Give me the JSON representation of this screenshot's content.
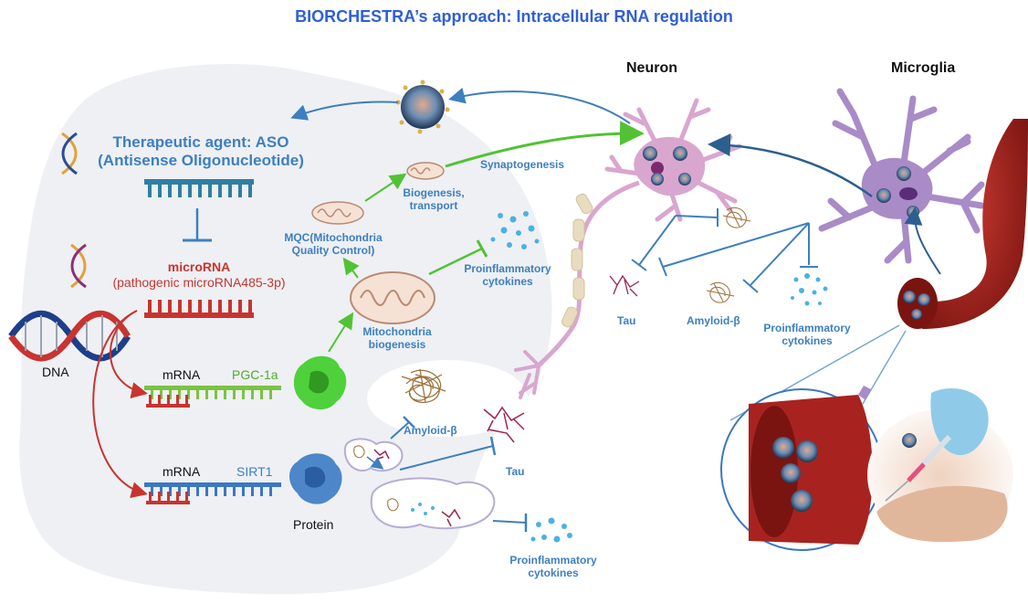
{
  "title": "BIORCHESTRA’s approach: Intracellular RNA regulation",
  "colors": {
    "title": "#2f5fd6",
    "label_blue": "#3d7fc0",
    "microrna_red": "#c8342f",
    "pgc_green": "#4fae2b",
    "cell_bg": "#eef0f4",
    "neuron": "#d9a6cf",
    "microglia": "#a98bc7",
    "vessel": "#a8231f"
  },
  "labels": {
    "neuron": "Neuron",
    "microglia": "Microglia",
    "therapeutic_line1": "Therapeutic agent: ASO",
    "therapeutic_line2": "(Antisense Oligonucleotide)",
    "microrna": "microRNA",
    "microrna_sub": "(pathogenic microRNA485-3p)",
    "dna": "DNA",
    "mrna1": "mRNA",
    "pgc": "PGC-1a",
    "mrna2": "mRNA",
    "sirt1": "SIRT1",
    "protein": "Protein",
    "mqc_line1": "MQC(Mitochondria",
    "mqc_line2": "Quality Control)",
    "biogenesis_transport_line1": "Biogenesis,",
    "biogenesis_transport_line2": "transport",
    "synaptogenesis": "Synaptogenesis",
    "mito_biogenesis_line1": "Mitochondria",
    "mito_biogenesis_line2": "biogenesis",
    "cytokines_a_line1": "Proinflammatory",
    "cytokines_a_line2": "cytokines",
    "amyloid_inner": "Amyloid-β",
    "tau_inner": "Tau",
    "cytokines_b_line1": "Proinflammatory",
    "cytokines_b_line2": "cytokines",
    "tau_outer": "Tau",
    "amyloid_outer": "Amyloid-β",
    "cytokines_c_line1": "Proinflammatory",
    "cytokines_c_line2": "cytokines"
  },
  "icons": [
    "dna-icon",
    "aso-icon",
    "microrna-icon",
    "mitochondria-icon",
    "protein-icon",
    "nanoparticle-icon",
    "neuron-icon",
    "microglia-icon",
    "blood-vessel-icon",
    "syringe-icon",
    "amyloid-icon",
    "tau-icon",
    "cytokine-icon"
  ]
}
